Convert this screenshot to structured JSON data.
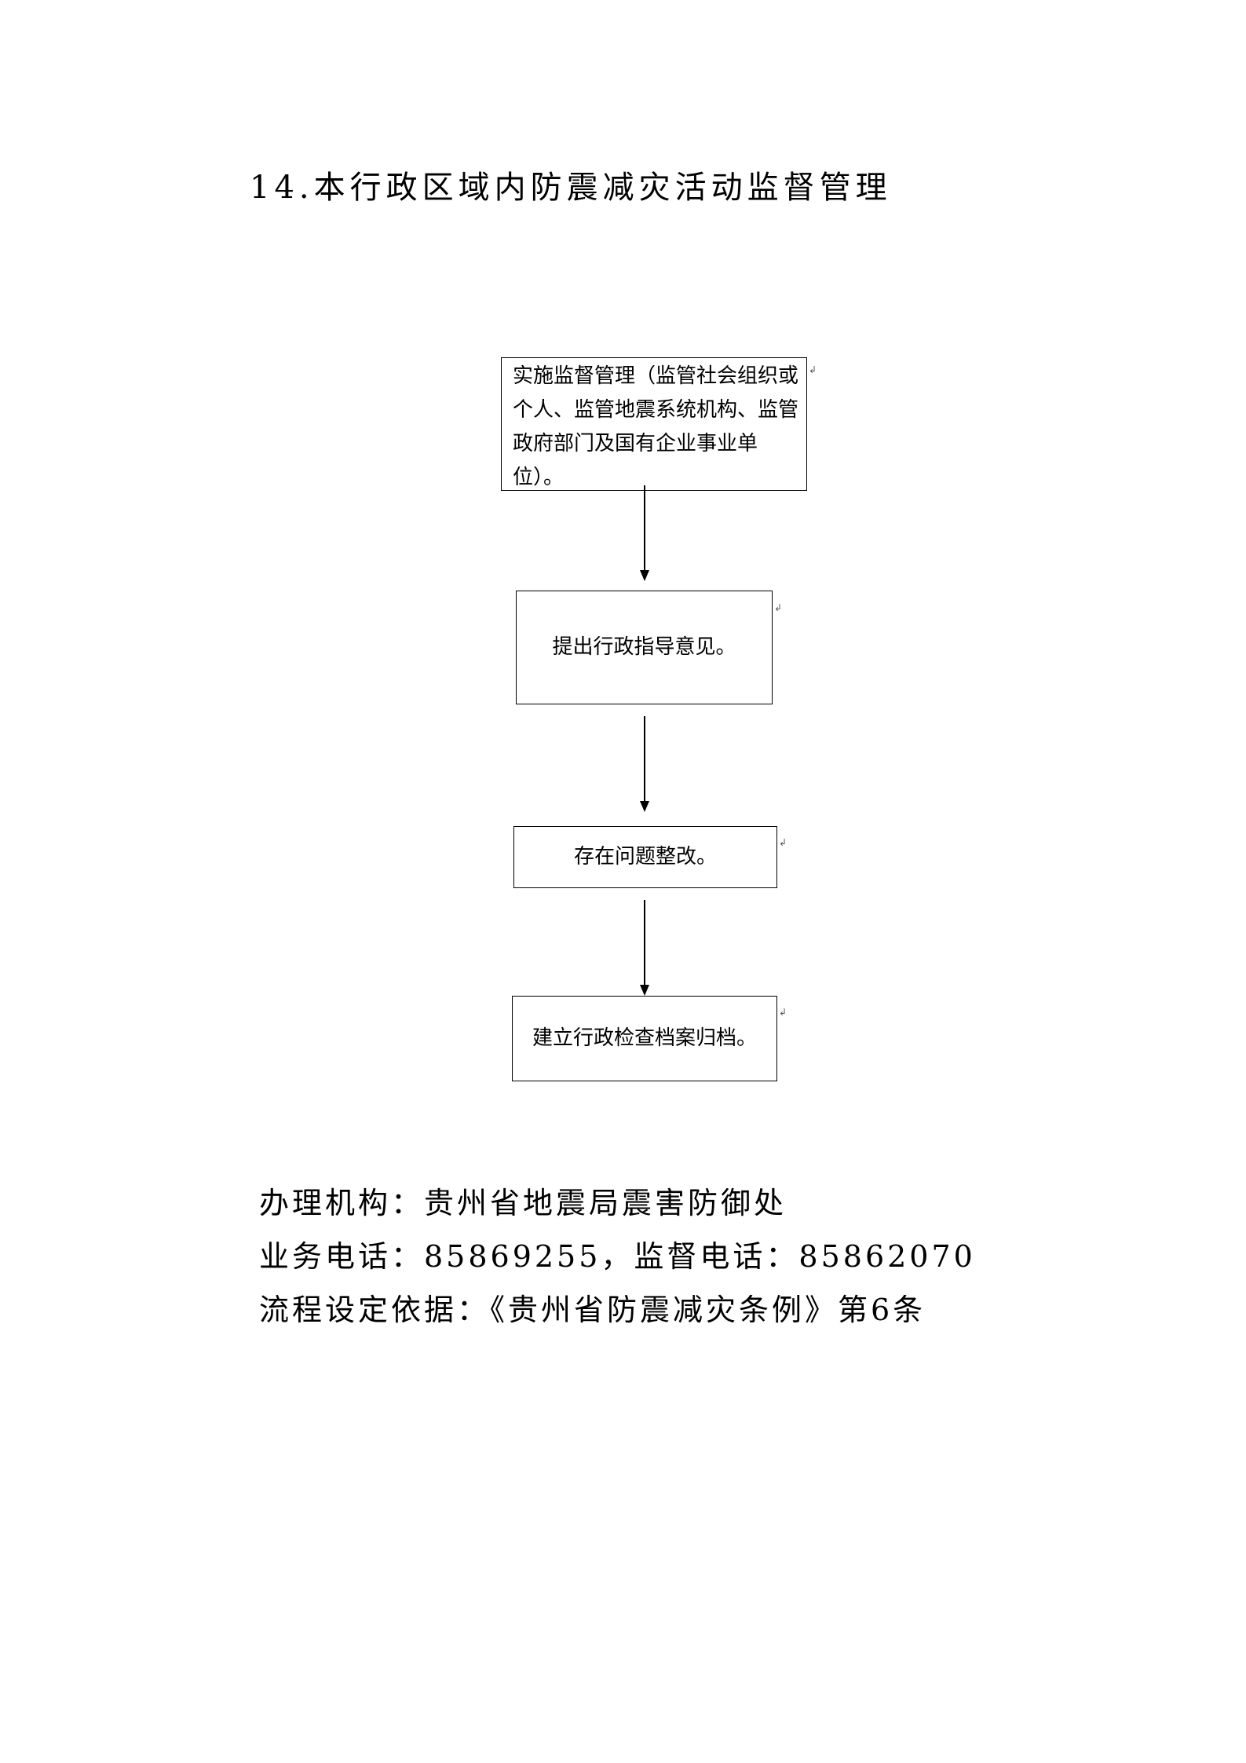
{
  "document": {
    "title": "14.本行政区域内防震减灾活动监督管理"
  },
  "flowchart": {
    "steps": [
      {
        "text": "实施监督管理（监管社会组织或个人、监管地震系统机构、监管政府部门及国有企业事业单位）。"
      },
      {
        "text": "提出行政指导意见。"
      },
      {
        "text": "存在问题整改。"
      },
      {
        "text": "建立行政检查档案归档。"
      }
    ],
    "paragraph_mark": "↲"
  },
  "info": {
    "agency": "办理机构：贵州省地震局震害防御处",
    "phones": "业务电话：85869255，监督电话：85862070",
    "basis": "流程设定依据：《贵州省防震减灾条例》第6条"
  }
}
